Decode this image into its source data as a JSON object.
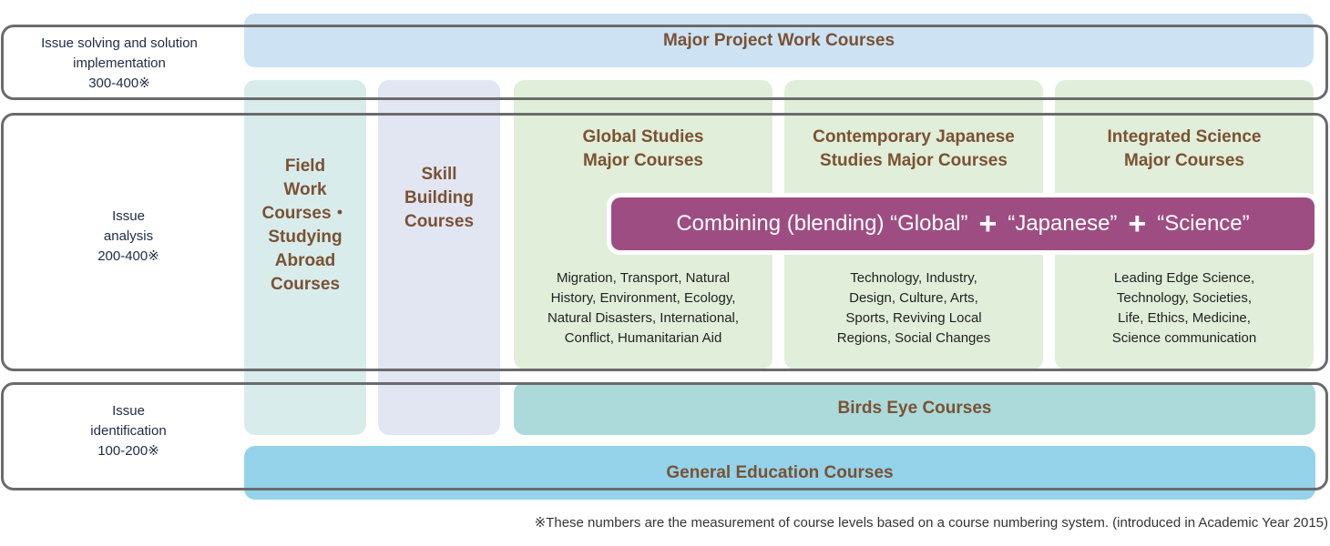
{
  "levels": {
    "solving": "Issue solving and solution\nimplementation\n300-400※",
    "analysis": "Issue\nanalysis\n200-400※",
    "identification": "Issue\nidentification\n100-200※"
  },
  "courses": {
    "major_project": "Major Project Work Courses",
    "field_work": "Field\nWork\nCourses・\nStudying\nAbroad\nCourses",
    "skill_building": "Skill\nBuilding\nCourses",
    "global_title": "Global Studies\nMajor Courses",
    "global_desc": "Migration, Transport, Natural\nHistory, Environment, Ecology,\nNatural Disasters, International,\nConflict, Humanitarian Aid",
    "japanese_title": "Contemporary Japanese\nStudies Major Courses",
    "japanese_desc": "Technology, Industry,\nDesign, Culture, Arts,\nSports, Reviving Local\nRegions, Social Changes",
    "science_title": "Integrated Science\nMajor Courses",
    "science_desc": "Leading Edge Science,\nTechnology, Societies,\nLife, Ethics, Medicine,\nScience communication",
    "birds_eye": "Birds Eye Courses",
    "general_education": "General Education Courses"
  },
  "combining": {
    "text1": "Combining (blending) “Global”",
    "plus1": "+",
    "text2": "“Japanese”",
    "plus2": "+",
    "text3": "“Science”"
  },
  "footnote": "※These numbers are the measurement of course levels based on a course numbering system. (introduced in Academic Year 2015)",
  "colors": {
    "major_project": "#cde3f4",
    "field_work": "#d9ecec",
    "skill_building": "#e2e6f3",
    "major_courses": "#e1eed9",
    "birds_eye": "#acdada",
    "general_education": "#94d3ea",
    "combining": "#9e4d83",
    "band_border": "#6b6b6b",
    "title_text": "#7a5234"
  }
}
